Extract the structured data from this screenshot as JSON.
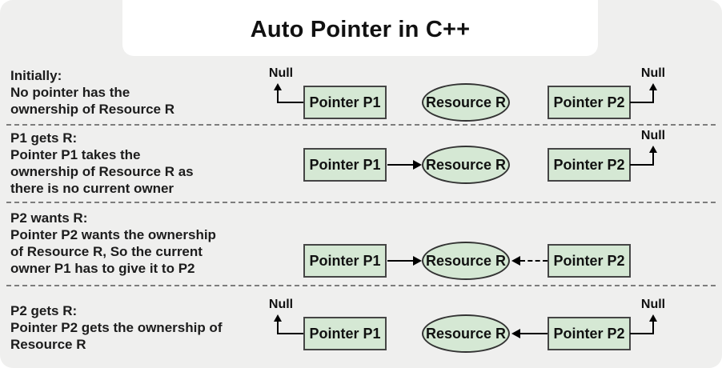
{
  "title": "Auto Pointer in C++",
  "labels": {
    "pointer_p1": "Pointer P1",
    "pointer_p2": "Pointer P2",
    "resource": "Resource R",
    "null": "Null"
  },
  "rows": [
    {
      "heading": "Initially:",
      "lines": [
        "No pointer has the",
        "ownership of Resource R"
      ]
    },
    {
      "heading": "P1 gets R:",
      "lines": [
        "Pointer P1 takes the",
        "ownership of Resource R as",
        "there is no current owner"
      ]
    },
    {
      "heading": "P2 wants R:",
      "lines": [
        "Pointer P2 wants the ownership",
        "of Resource R, So the current",
        "owner P1 has to give it to P2"
      ]
    },
    {
      "heading": "P2 gets R:",
      "lines": [
        "Pointer P2 gets the ownership of",
        "Resource R"
      ]
    }
  ],
  "colors": {
    "background": "#efefee",
    "node_fill": "#d5e8d4",
    "node_border": "#454545",
    "arrow": "#000000",
    "divider": "#7d7d7d",
    "text": "#1c1c1c",
    "title_background": "#ffffff"
  }
}
